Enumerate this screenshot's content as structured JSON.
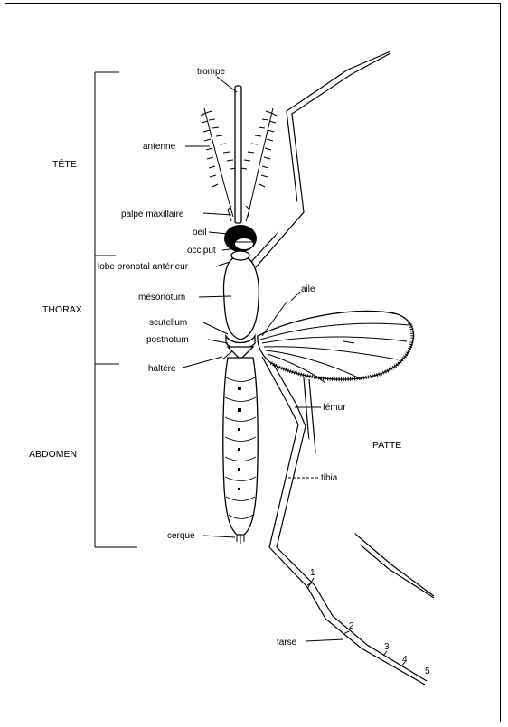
{
  "sections": {
    "tete": "TÊTE",
    "thorax": "THORAX",
    "abdomen": "ABDOMEN",
    "patte": "PATTE"
  },
  "labels": {
    "trompe": "trompe",
    "antenne": "antenne",
    "palpe": "palpe maxillaire",
    "oeil": "oeil",
    "occiput": "occiput",
    "lobe": "lobe pronotal antérieur",
    "mesonotum": "mésonotum",
    "scutellum": "scutellum",
    "postnotum": "postnotum",
    "haltere": "haltère",
    "cerque": "cerque",
    "aile": "aile",
    "femur": "fémur",
    "tibia": "tibia",
    "tarse": "tarse"
  },
  "tarsal_segments": [
    "1",
    "2",
    "3",
    "4",
    "5"
  ],
  "colors": {
    "ink": "#000000",
    "paper": "#ffffff",
    "frame": "#000000"
  }
}
